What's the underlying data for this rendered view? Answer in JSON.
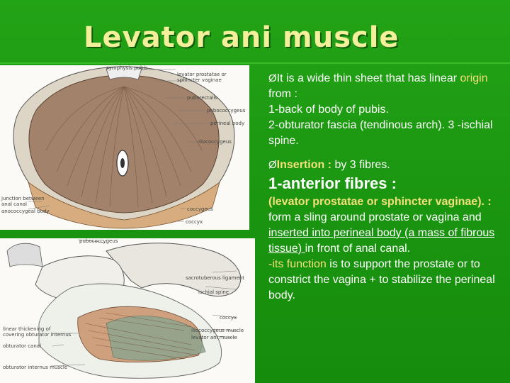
{
  "slide": {
    "title": "Levator ani muscle"
  },
  "figure_top": {
    "labels": {
      "symphysis": "symphysis pubis",
      "levator_prostatae": "levator prostatae or",
      "sphincter_vaginae": "sphincter vaginae",
      "puborectalis": "puborectalis",
      "pubococcygeus": "pubococcygeus",
      "perineal_body": "perineal body",
      "iliococcygeus": "iliococcygeus",
      "junction": "junction between",
      "anal_canal": "anal canal",
      "anococcygeal": "anococcygeal body",
      "coccygeus": "coccygeus",
      "coccyx": "coccyx"
    }
  },
  "figure_bottom": {
    "labels": {
      "pubococcygeus": "pubococcygeus",
      "sacrotuberous": "sacrotuberous ligament",
      "ischial_spine": "ischial spine",
      "coccyx": "coccyx",
      "iliococcygeus": "iliococcygeus muscle",
      "levator_ani": "levator ani muscle",
      "linear_thickening": "linear thickening of",
      "obturator_fascia": "covering obturator internus",
      "obturator_canal": "obturator canal",
      "obturator_internus": "obturator internus muscle"
    }
  },
  "content": {
    "arrow": "Ø",
    "origin_intro": "It is a wide thin sheet that has linear",
    "origin_word": "origin",
    "origin_from": " from :",
    "item1": "1-back of body of pubis.",
    "item2": "2-obturator fascia (tendinous arch).  3 -ischial spine.",
    "insertion_label": "Insertion :",
    "insertion_rest": "  by 3 fibres.",
    "anterior_heading": "1-anterior fibres :",
    "anterior_paren": "(levator prostatae or sphincter vaginae). :",
    "anterior_desc": " form a sling around prostate or vagina and ",
    "inserted_into": "inserted into perineal body (a mass of fibrous tissue) ",
    "in_front": "in front  of anal canal.",
    "its_function": "-its function",
    "function_desc": " is to support the prostate or to constrict the vagina + to stabilize the  perineal body."
  }
}
